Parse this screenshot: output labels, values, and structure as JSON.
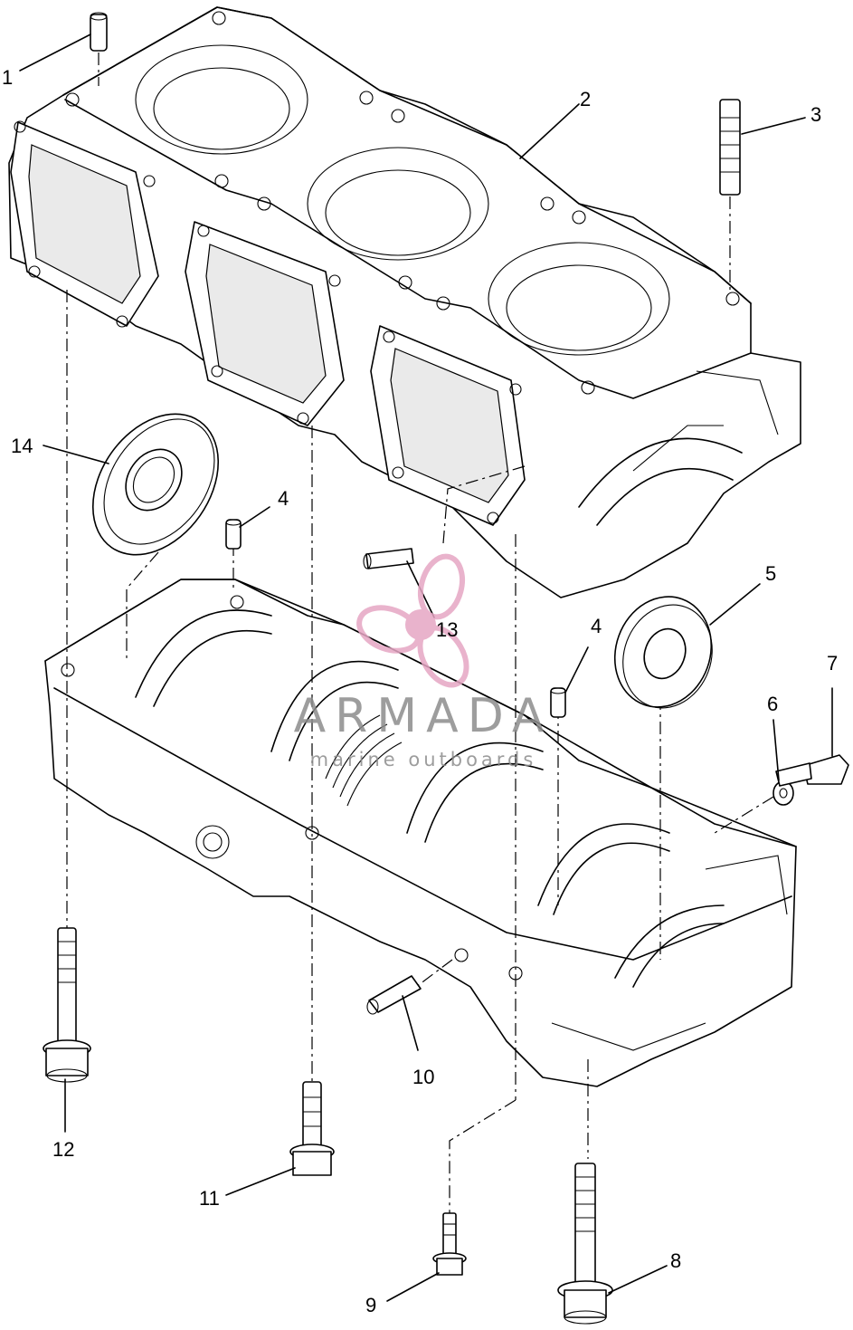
{
  "callouts": {
    "c1": "1",
    "c2": "2",
    "c3": "3",
    "c4a": "4",
    "c4b": "4",
    "c5": "5",
    "c6": "6",
    "c7": "7",
    "c8": "8",
    "c9": "9",
    "c10": "10",
    "c11": "11",
    "c12": "12",
    "c13": "13",
    "c14": "14"
  },
  "watermark": {
    "brand": "ARMADA",
    "tagline": "marine outboards",
    "logo_color": "#e6a6c4",
    "text_color": "#8c8c8c"
  },
  "colors": {
    "line": "#000000",
    "background": "#ffffff"
  }
}
